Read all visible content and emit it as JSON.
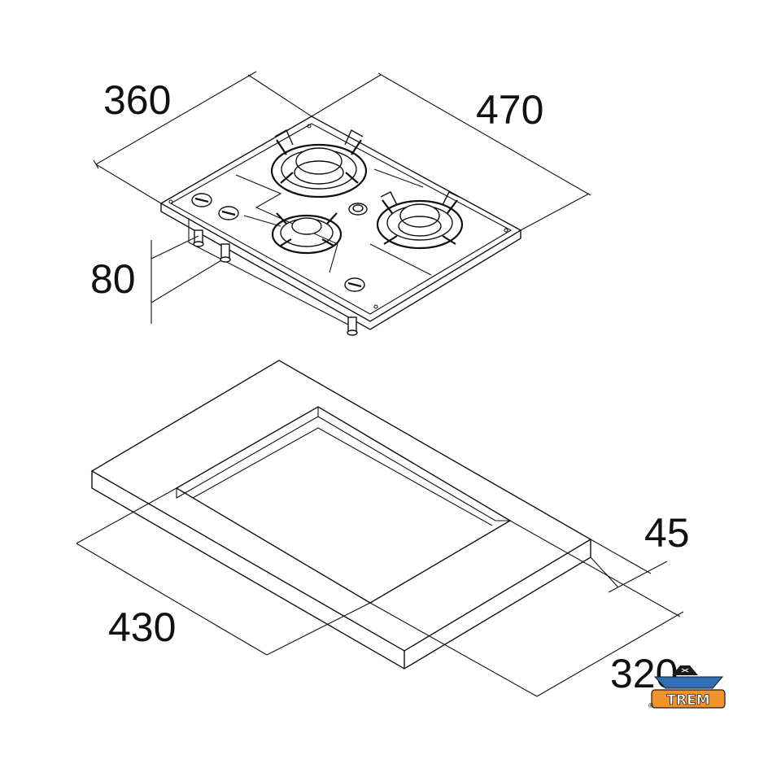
{
  "hob": {
    "dims": {
      "depth": "360",
      "width": "470",
      "height": "80"
    }
  },
  "cutout": {
    "dims": {
      "thickness": "45",
      "width": "430",
      "depth": "320"
    }
  },
  "logo": {
    "text": "TREM",
    "registered": "®",
    "colors": {
      "orange": "#f0932b",
      "blue": "#2f6db5",
      "dark": "#1a1a1a"
    }
  }
}
